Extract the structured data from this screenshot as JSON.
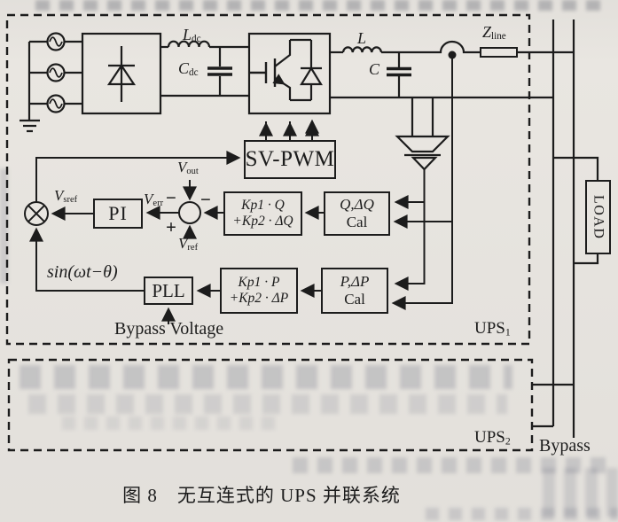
{
  "page": {
    "caption": "图 8　无互连式的 UPS 并联系统"
  },
  "labels": {
    "ldc": {
      "base": "L",
      "sub": "dc"
    },
    "cdc": {
      "base": "C",
      "sub": "dc"
    },
    "filter_l": "L",
    "filter_c": "C",
    "zline": {
      "base": "Z",
      "sub": "line"
    },
    "vout": {
      "base": "V",
      "sub": "out"
    },
    "verr": {
      "base": "V",
      "sub": "err"
    },
    "vsref": {
      "base": "V",
      "sub": "sref"
    },
    "vref": {
      "base": "V",
      "sub": "ref"
    },
    "sign_minus_top": "−",
    "sign_minus_right": "−",
    "sign_plus": "+",
    "sin_term": "sin(ωt−θ)",
    "bypass_voltage": "Bypass Voltage",
    "ups1": {
      "base": "UPS",
      "sub": "1"
    },
    "ups2": {
      "base": "UPS",
      "sub": "2"
    },
    "bypass": "Bypass"
  },
  "blocks": {
    "sv_pwm": "SV-PWM",
    "pi": "PI",
    "pll": "PLL",
    "kpq": {
      "line1": "Kp1 · Q",
      "line2": "+Kp2 · ΔQ"
    },
    "qcal": {
      "line1": "Q,ΔQ",
      "line2": "Cal"
    },
    "kpp": {
      "line1": "Kp1 · P",
      "line2": "+Kp2 · ΔP"
    },
    "pcal": {
      "line1": "P,ΔP",
      "line2": "Cal"
    },
    "load": "LOAD"
  },
  "colors": {
    "ink": "#1c1c1c",
    "paper": "#e9e6e1"
  }
}
